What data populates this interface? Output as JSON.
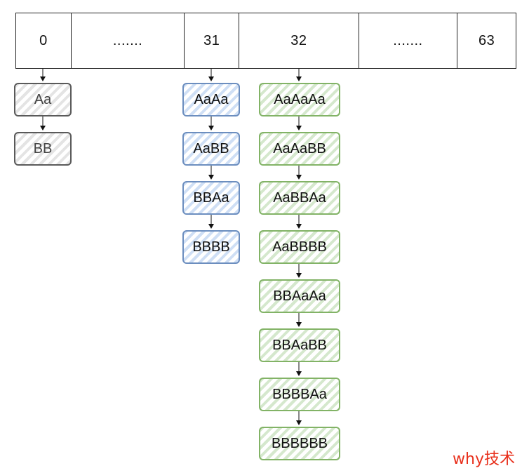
{
  "buckets": [
    "0",
    ".......",
    "31",
    "32",
    ".......",
    "63"
  ],
  "chains": {
    "bucket_0": [
      "Aa",
      "BB"
    ],
    "bucket_31": [
      "AaAa",
      "AaBB",
      "BBAa",
      "BBBB"
    ],
    "bucket_32": [
      "AaAaAa",
      "AaAaBB",
      "AaBBAa",
      "AaBBBB",
      "BBAaAa",
      "BBAaBB",
      "BBBBAa",
      "BBBBBB"
    ]
  },
  "colors": {
    "bucket_0_chain": "#5a5a5a",
    "bucket_31_chain": "#6c8ebf",
    "bucket_32_chain": "#82b366",
    "watermark": "#e8301c"
  },
  "watermark": "why技术"
}
